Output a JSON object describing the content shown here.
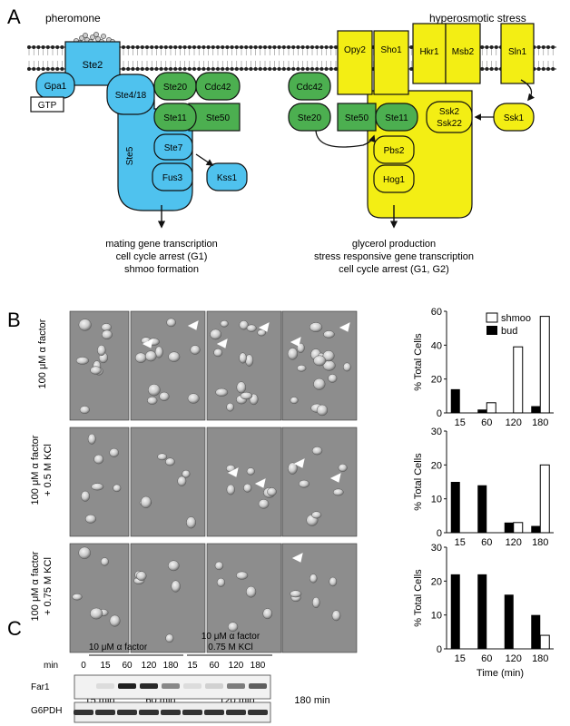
{
  "panel_a": {
    "letter": "A",
    "pheromone_title": "pheromone",
    "osmotic_title": "hyperosmotic stress",
    "proteins": {
      "ste2": "Ste2",
      "gpa1": "Gpa1",
      "gtp": "GTP",
      "ste4_18": "Ste4/18",
      "ste20_left": "Ste20",
      "cdc42_left": "Cdc42",
      "ste11_left": "Ste11",
      "ste50_left": "Ste50",
      "ste5": "Ste5",
      "ste7": "Ste7",
      "fus3": "Fus3",
      "kss1": "Kss1",
      "opy2": "Opy2",
      "sho1": "Sho1",
      "hkr1": "Hkr1",
      "msb2": "Msb2",
      "sln1": "Sln1",
      "cdc42_right": "Cdc42",
      "ste20_right": "Ste20",
      "ste50_right": "Ste50",
      "ste11_right": "Ste11",
      "ssk2": "Ssk2",
      "ssk22": "Ssk22",
      "ssk1": "Ssk1",
      "pbs2": "Pbs2",
      "hog1": "Hog1"
    },
    "mating_outputs": [
      "mating gene transcription",
      "cell cycle arrest (G1)",
      "shmoo formation"
    ],
    "osmotic_outputs": [
      "glycerol production",
      "stress responsive gene transcription",
      "cell cycle arrest (G1, G2)"
    ]
  },
  "panel_b": {
    "letter": "B",
    "row_labels": [
      [
        "100 μM α factor"
      ],
      [
        "100 μM α factor",
        "+ 0.5 M KCl"
      ],
      [
        "100 μM α factor",
        "+ 0.75 M KCl"
      ]
    ],
    "time_labels": [
      "15 min",
      "60 min",
      "120 min",
      "180 min"
    ],
    "legend": {
      "shmoo": "shmoo",
      "bud": "bud"
    }
  },
  "panel_c": {
    "letter": "C",
    "group1": "10 μM α factor",
    "group2_line1": "10 μM α factor",
    "group2_line2": "0.75 M KCl",
    "min_label": "min",
    "lanes": [
      "0",
      "15",
      "60",
      "120",
      "180",
      "15",
      "60",
      "120",
      "180"
    ],
    "blot_far1": "Far1",
    "blot_g6pdh": "G6PDH",
    "far1_intensity": [
      0.0,
      0.05,
      0.95,
      0.9,
      0.45,
      0.05,
      0.1,
      0.5,
      0.65
    ],
    "g6pdh_intensity": [
      0.9,
      0.9,
      0.9,
      0.9,
      0.9,
      0.9,
      0.9,
      0.9,
      0.9
    ]
  },
  "colors": {
    "blue": "#4fc2ee",
    "green": "#4caf50",
    "yellow": "#f3ee14"
  },
  "chart_data": [
    {
      "type": "bar",
      "title": "",
      "categories": [
        "15",
        "60",
        "120",
        "180"
      ],
      "series": [
        {
          "name": "shmoo",
          "values": [
            0,
            6,
            39,
            57
          ]
        },
        {
          "name": "bud",
          "values": [
            14,
            2,
            0,
            4
          ]
        }
      ],
      "xlabel": "",
      "ylabel": "% Total Cells",
      "ylim": [
        0,
        60
      ],
      "yticks": [
        "0",
        "20",
        "40",
        "60"
      ]
    },
    {
      "type": "bar",
      "title": "",
      "categories": [
        "15",
        "60",
        "120",
        "180"
      ],
      "series": [
        {
          "name": "shmoo",
          "values": [
            0,
            0,
            3,
            20
          ]
        },
        {
          "name": "bud",
          "values": [
            15,
            14,
            3,
            2
          ]
        }
      ],
      "xlabel": "",
      "ylabel": "% Total Cells",
      "ylim": [
        0,
        30
      ],
      "yticks": [
        "0",
        "10",
        "20",
        "30"
      ]
    },
    {
      "type": "bar",
      "title": "",
      "categories": [
        "15",
        "60",
        "120",
        "180"
      ],
      "series": [
        {
          "name": "shmoo",
          "values": [
            0,
            0,
            0,
            4
          ]
        },
        {
          "name": "bud",
          "values": [
            22,
            22,
            16,
            10
          ]
        }
      ],
      "xlabel": "Time (min)",
      "ylabel": "% Total Cells",
      "ylim": [
        0,
        30
      ],
      "yticks": [
        "0",
        "10",
        "20",
        "30"
      ]
    }
  ]
}
